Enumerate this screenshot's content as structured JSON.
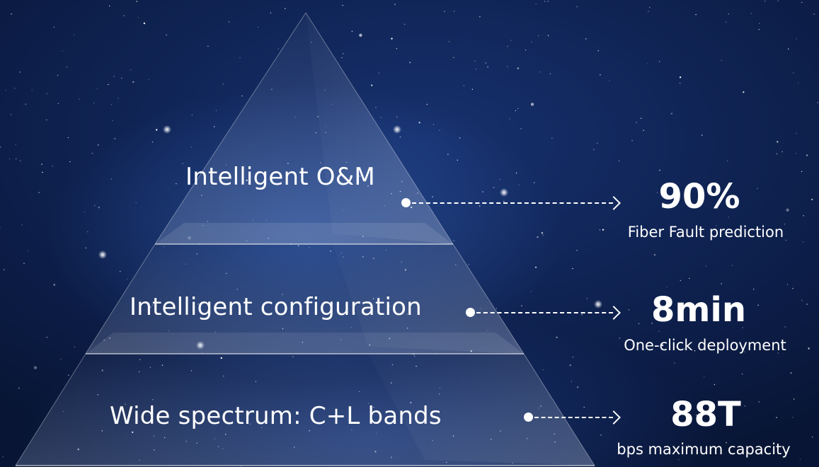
{
  "tiers": [
    {
      "label": "Intelligent O&M",
      "metric_value": "90%",
      "metric_desc": "Fiber Fault prediction"
    },
    {
      "label": "Intelligent configuration",
      "metric_value": "8min",
      "metric_desc": "One-click deployment"
    },
    {
      "label": "Wide spectrum: C+L bands",
      "metric_value": "88T",
      "metric_desc": "bps maximum capacity"
    }
  ],
  "colors": {
    "background": "#0d1f4a",
    "text": "#ffffff",
    "pyramid_face": "#9fb6e6"
  }
}
